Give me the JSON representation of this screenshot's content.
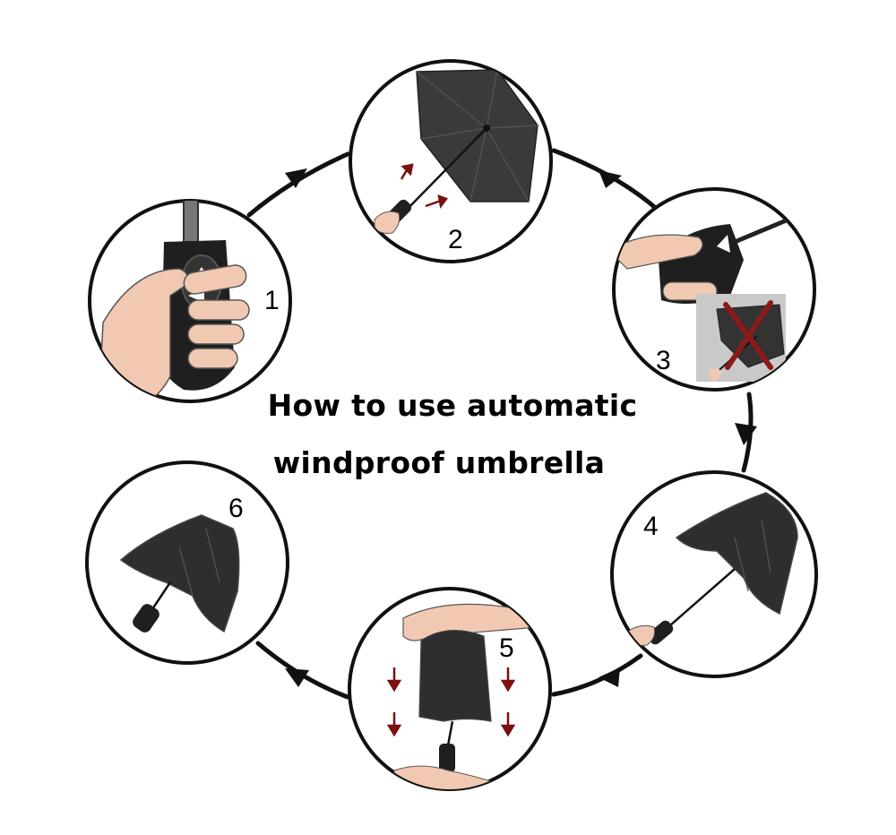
{
  "title": {
    "line1": "How to use automatic",
    "line2": "windproof umbrella"
  },
  "steps": [
    {
      "number": "1"
    },
    {
      "number": "2"
    },
    {
      "number": "3"
    },
    {
      "number": "4"
    },
    {
      "number": "5"
    },
    {
      "number": "6"
    }
  ],
  "colors": {
    "outline": "#111111",
    "canopy": "#2e2e2e",
    "skin": "#f1c9b3",
    "arrow_red": "#7a1010",
    "cross_red": "#8b1a1a",
    "panel_gray": "#c9c9c9"
  }
}
